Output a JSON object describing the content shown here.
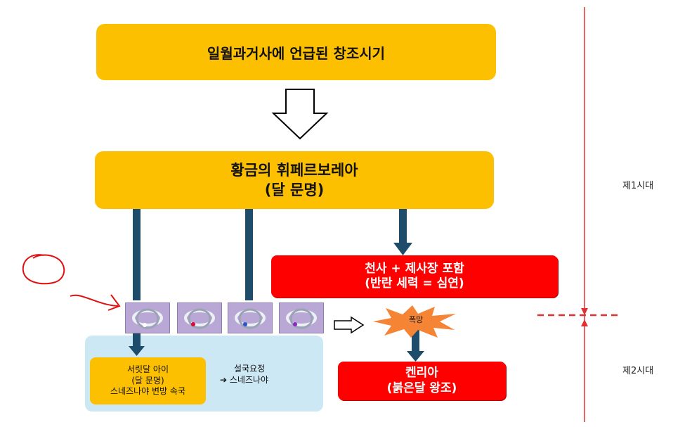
{
  "top_box": {
    "text": "일월과거사에 언급된 창조시기"
  },
  "middle_box": {
    "line1": "황금의 휘페르보레아",
    "line2": "(달 문명)"
  },
  "red_box_1": {
    "line1": "천사 + 제사장 포함",
    "line2": "(반란 세력 = 심연)"
  },
  "explosion": {
    "text": "폭망"
  },
  "red_box_2": {
    "line1": "켄리아",
    "line2": "(붉은달 왕조)"
  },
  "gold_small_box": {
    "line1": "서릿달 아이",
    "line2": "(달 문명)",
    "line3": "스네즈나야 변방 속국"
  },
  "side_note": {
    "line1": "설국요정",
    "line2": "➔ 스네즈나야"
  },
  "eras": {
    "first": "제1시대",
    "second": "제2시대"
  },
  "colors": {
    "gold": "#fdc000",
    "red": "#ff0000",
    "arrow_blue": "#1e4d6b",
    "light_blue": "#cde8f5",
    "timeline_red": "#e03030"
  },
  "rings": [
    {
      "name": "white-ring",
      "gem": "#ffffff"
    },
    {
      "name": "red-ring",
      "gem": "#d01030"
    },
    {
      "name": "blue-ring",
      "gem": "#2a56c8"
    },
    {
      "name": "purple-ring",
      "gem": "#8a2ac0"
    }
  ]
}
